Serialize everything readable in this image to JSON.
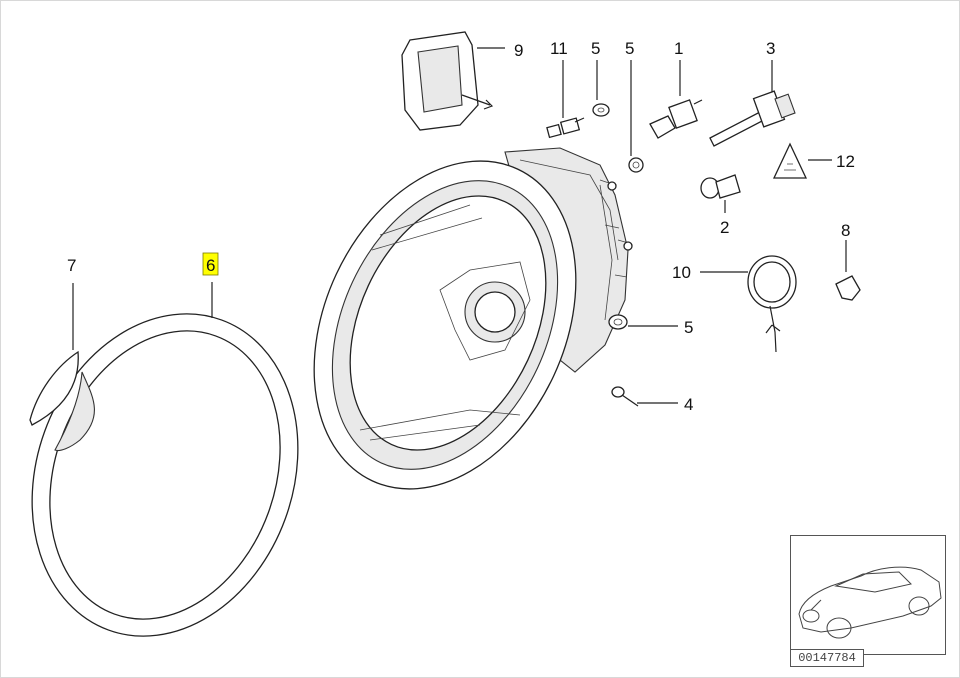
{
  "callouts": {
    "n1": "1",
    "n2": "2",
    "n3": "3",
    "n4": "4",
    "n5a": "5",
    "n5b": "5",
    "n5c": "5",
    "n6": "6",
    "n7": "7",
    "n8": "8",
    "n9": "9",
    "n10": "10",
    "n11": "11",
    "n12": "12"
  },
  "highlight_color": "#ffff00",
  "reference_code": "00147784"
}
